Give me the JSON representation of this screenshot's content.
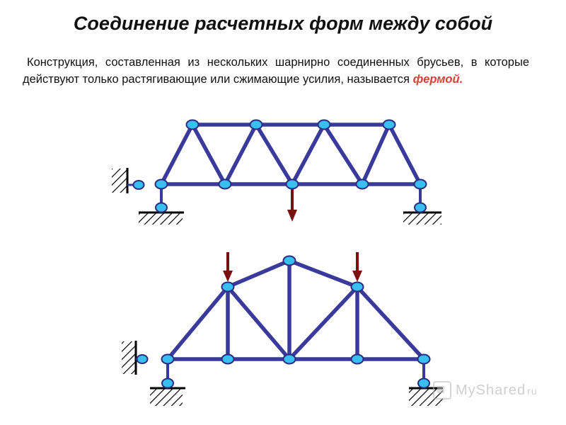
{
  "title": "Соединение расчетных форм между собой",
  "paragraph": {
    "text": "Конструкция, составленная из нескольких шарнирно соединенных брусьев, в которые действуют только растягивающие или сжимающие усилия, называется",
    "term": "фермой."
  },
  "watermark": {
    "text": "MyShared",
    "suffix": "ru"
  },
  "colors": {
    "member": "#3a3a9c",
    "joint_fill": "#39bef0",
    "joint_stroke": "#2c2c80",
    "load_arrow": "#7a1010",
    "support": "#000000",
    "term": "#d9403a"
  }
}
